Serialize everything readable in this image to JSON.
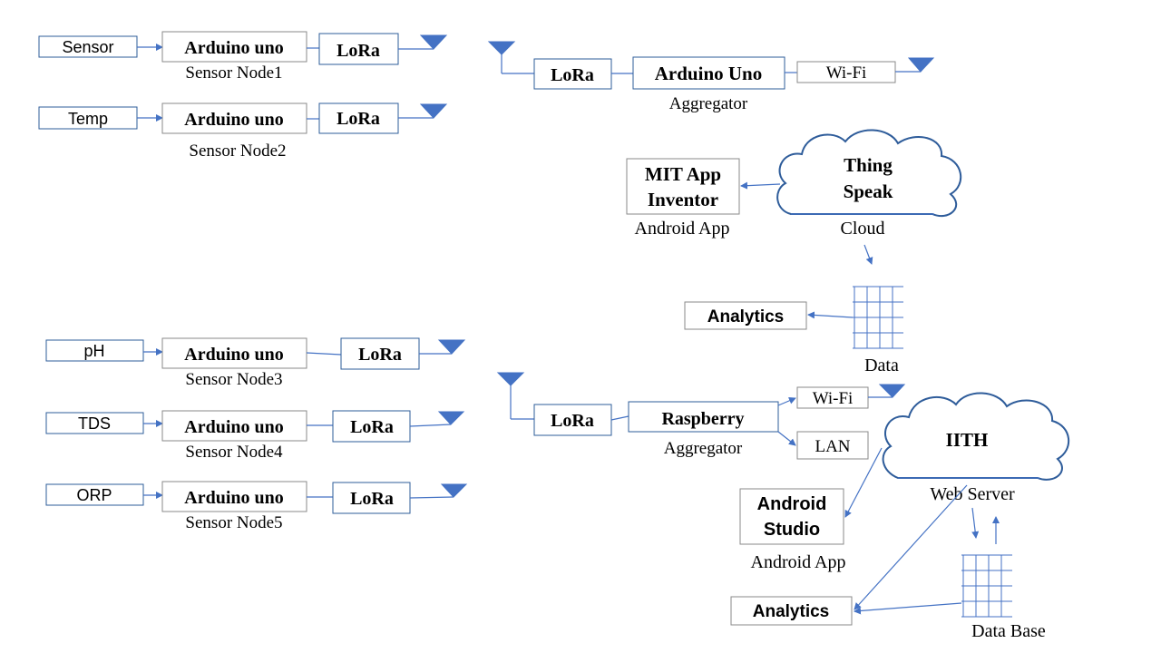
{
  "node1": {
    "sensor": "Sensor",
    "mcu": "Arduino uno",
    "radio": "LoRa",
    "caption": "Sensor Node1"
  },
  "node2": {
    "sensor": "Temp",
    "mcu": "Arduino uno",
    "radio": "LoRa",
    "caption": "Sensor Node2"
  },
  "node3": {
    "sensor": "pH",
    "mcu": "Arduino uno",
    "radio": "LoRa",
    "caption": "Sensor Node3"
  },
  "node4": {
    "sensor": "TDS",
    "mcu": "Arduino uno",
    "radio": "LoRa",
    "caption": "Sensor Node4"
  },
  "node5": {
    "sensor": "ORP",
    "mcu": "Arduino uno",
    "radio": "LoRa",
    "caption": "Sensor Node5"
  },
  "agg1": {
    "radio": "LoRa",
    "mcu": "Arduino Uno",
    "wifi": "Wi-Fi",
    "caption": "Aggregator"
  },
  "agg2": {
    "radio": "LoRa",
    "mcu": "Raspberry",
    "wifi": "Wi-Fi",
    "lan": "LAN",
    "caption": "Aggregator"
  },
  "cloud1": {
    "line1": "Thing",
    "line2": "Speak",
    "caption": "Cloud"
  },
  "cloud2": {
    "line1": "IITH",
    "caption": "Web Server"
  },
  "app1": {
    "line1": "MIT App",
    "line2": "Inventor",
    "caption": "Android App"
  },
  "app2": {
    "line1": "Android",
    "line2": "Studio",
    "caption": "Android App"
  },
  "analytics1": {
    "label": "Analytics"
  },
  "analytics2": {
    "label": "Analytics"
  },
  "data1": {
    "caption": "Data"
  },
  "data2": {
    "caption": "Data Base"
  },
  "colors": {
    "line": "#4472c4",
    "box_border": "#2e5c9a",
    "text": "#000000"
  }
}
